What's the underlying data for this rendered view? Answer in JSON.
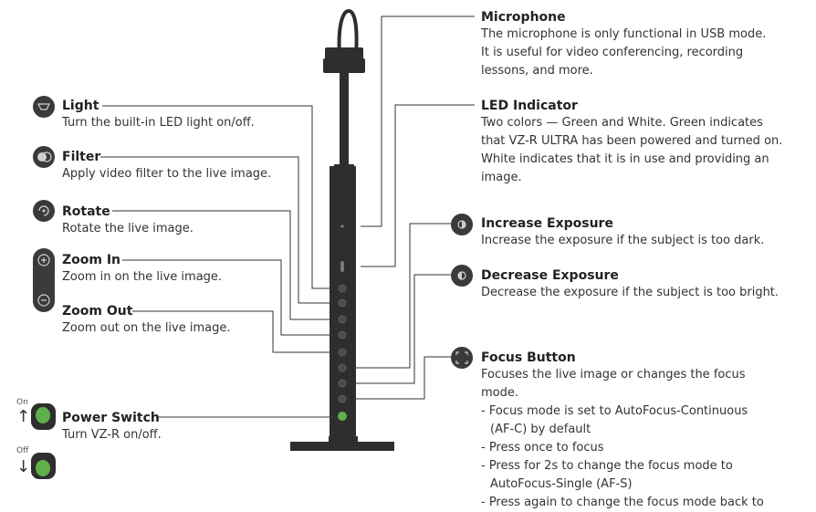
{
  "features": {
    "microphone": {
      "title": "Microphone",
      "lines": [
        "The microphone is only functional in USB mode.",
        "It is useful for video conferencing, recording",
        "lessons, and more."
      ]
    },
    "led": {
      "title": "LED Indicator",
      "lines": [
        "Two colors — Green and White. Green indicates",
        "that VZ-R ULTRA has been powered and turned on.",
        "White indicates that it is in use and providing an",
        "image."
      ]
    },
    "increase": {
      "title": "Increase Exposure",
      "lines": [
        "Increase the exposure if the subject is too dark."
      ]
    },
    "decrease": {
      "title": "Decrease Exposure",
      "lines": [
        "Decrease the exposure if the subject is too bright."
      ]
    },
    "focus": {
      "title": "Focus Button",
      "lines": [
        "Focuses the live image or changes the focus",
        "mode.",
        "- Focus mode is set to AutoFocus-Continuous",
        "  (AF-C) by default",
        "- Press once to focus",
        "- Press for 2s to change the focus mode to",
        "  AutoFocus-Single (AF-S)",
        "- Press again to change the focus mode back to"
      ]
    },
    "light": {
      "title": "Light",
      "lines": [
        "Turn the built-in LED light on/off."
      ]
    },
    "filter": {
      "title": "Filter",
      "lines": [
        "Apply video filter to the live image."
      ]
    },
    "rotate": {
      "title": "Rotate",
      "lines": [
        "Rotate the live image."
      ]
    },
    "zoom_in": {
      "title": "Zoom In",
      "lines": [
        "Zoom in on the live image."
      ]
    },
    "zoom_out": {
      "title": "Zoom Out",
      "lines": [
        "Zoom out on the live image."
      ]
    },
    "power": {
      "title": "Power Switch",
      "lines": [
        "Turn VZ-R on/off."
      ]
    }
  },
  "switch_states": {
    "on": "On",
    "off": "Off"
  },
  "colors": {
    "device": "#2e2e2e",
    "power_green": "#5fb04a",
    "line": "#333333"
  }
}
